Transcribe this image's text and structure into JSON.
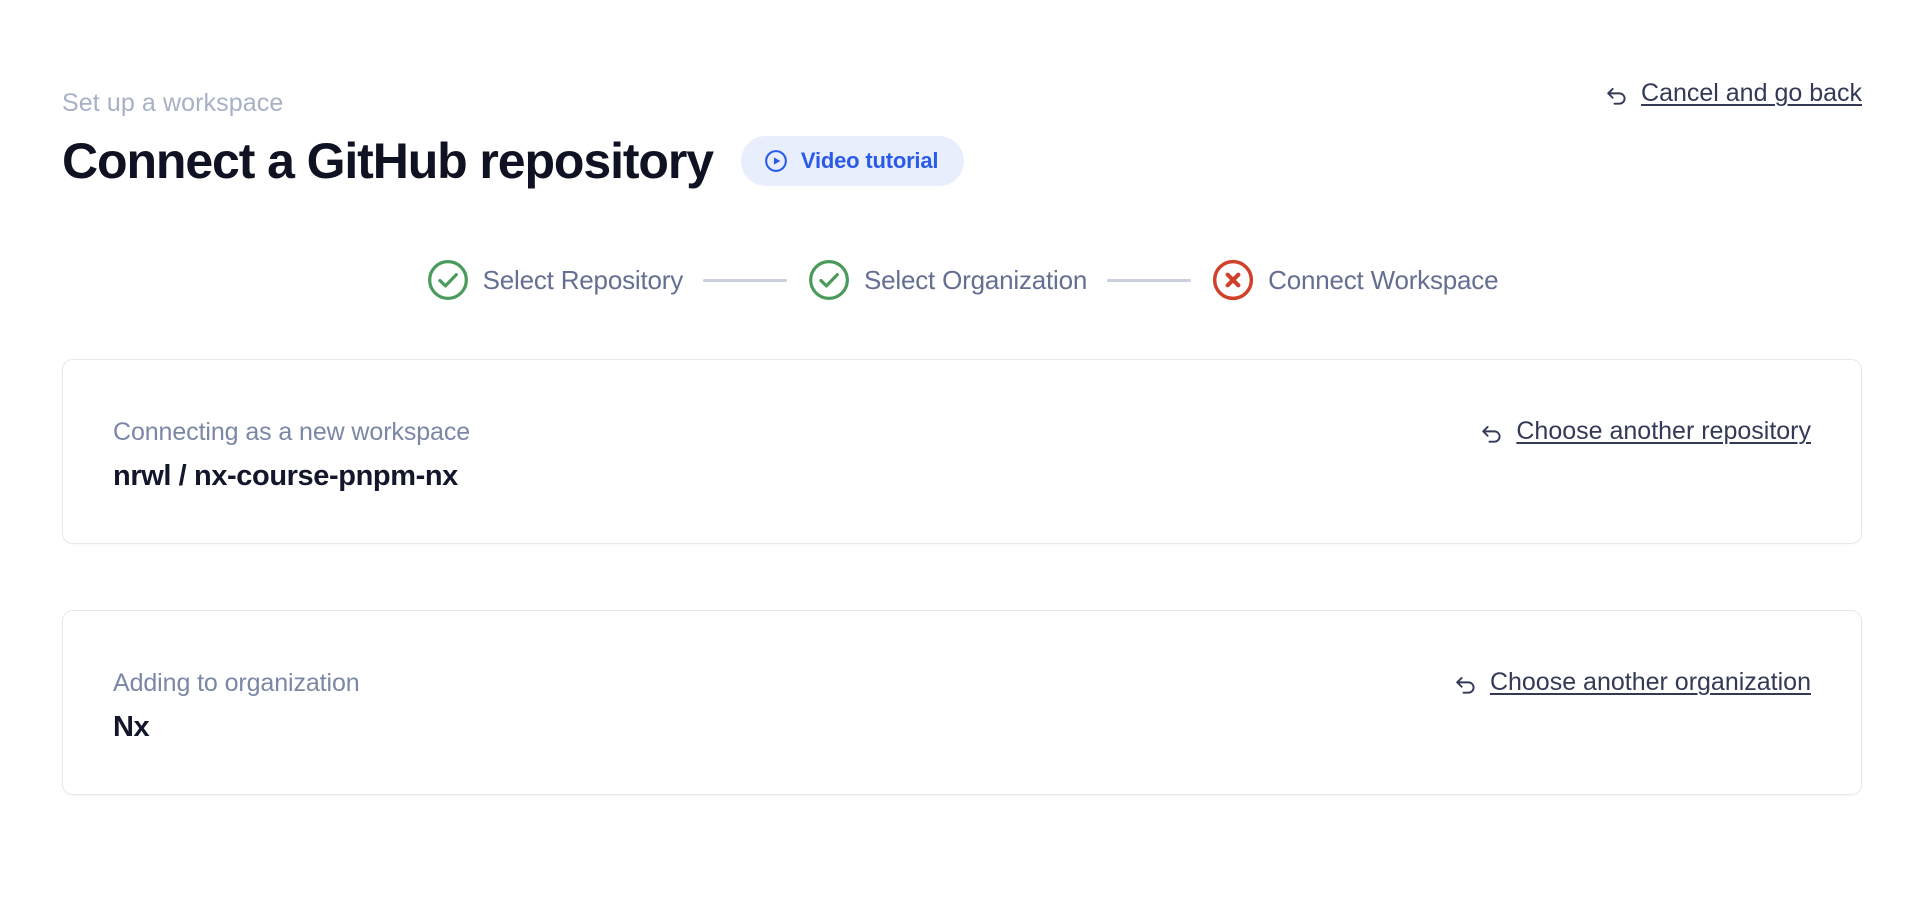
{
  "header": {
    "eyebrow": "Set up a workspace",
    "title": "Connect a GitHub repository",
    "video_badge": {
      "label": "Video tutorial",
      "icon": "play-circle-icon",
      "bg_color": "#e8eefc",
      "text_color": "#2a5ae8"
    },
    "cancel": {
      "label": "Cancel and go back",
      "icon": "undo-arrow-icon",
      "color": "#333a55"
    }
  },
  "stepper": {
    "connector_color": "#c9cfdd",
    "steps": [
      {
        "label": "Select Repository",
        "state": "done",
        "icon": "check-circle-icon",
        "color": "#4a9a5c"
      },
      {
        "label": "Select Organization",
        "state": "done",
        "icon": "check-circle-icon",
        "color": "#4a9a5c"
      },
      {
        "label": "Connect Workspace",
        "state": "error",
        "icon": "x-circle-icon",
        "color": "#d0402a"
      }
    ]
  },
  "cards": [
    {
      "name": "repository-card",
      "label": "Connecting as a new workspace",
      "owner": "nrwl / ",
      "repo": "nx-course-pnpm-nx",
      "action": {
        "label": "Choose another repository",
        "icon": "undo-arrow-icon"
      }
    },
    {
      "name": "organization-card",
      "label": "Adding to organization",
      "org": "Nx",
      "action": {
        "label": "Choose another organization",
        "icon": "undo-arrow-icon"
      }
    }
  ],
  "colors": {
    "background": "#ffffff",
    "card_border": "#e6e8f0",
    "eyebrow": "#a7b1c6",
    "title": "#0f1222",
    "step_text": "#646f92",
    "success": "#4a9a5c",
    "error": "#d0402a",
    "accent": "#2a5ae8"
  }
}
